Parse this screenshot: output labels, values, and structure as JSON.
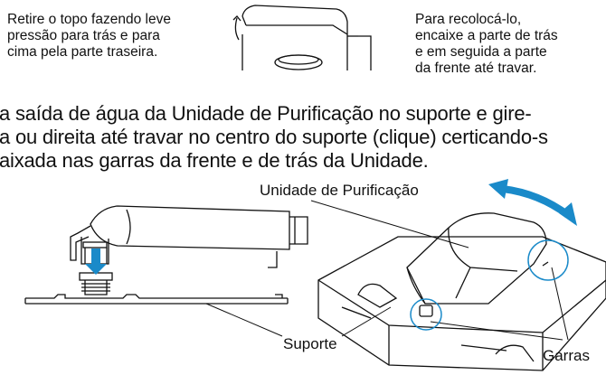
{
  "top_left_note": [
    "Retire o topo fazendo leve",
    "pressão para trás e para",
    "cima pela parte traseira."
  ],
  "top_right_note": [
    "Para recolocá-lo,",
    "encaixe a parte de trás",
    "e em seguida a parte",
    "da frente até travar."
  ],
  "instruction": [
    "a saída de água da Unidade de Purificação no suporte e gire-",
    "a ou direita até travar no centro do suporte (clique) certicando-s",
    "aixada nas garras da frente e de trás da Unidade."
  ],
  "labels": {
    "unit": "Unidade de Purificação",
    "support": "Suporte",
    "claws": "Garras"
  },
  "colors": {
    "text": "#111111",
    "arrow_blue": "#1a8ac9"
  }
}
